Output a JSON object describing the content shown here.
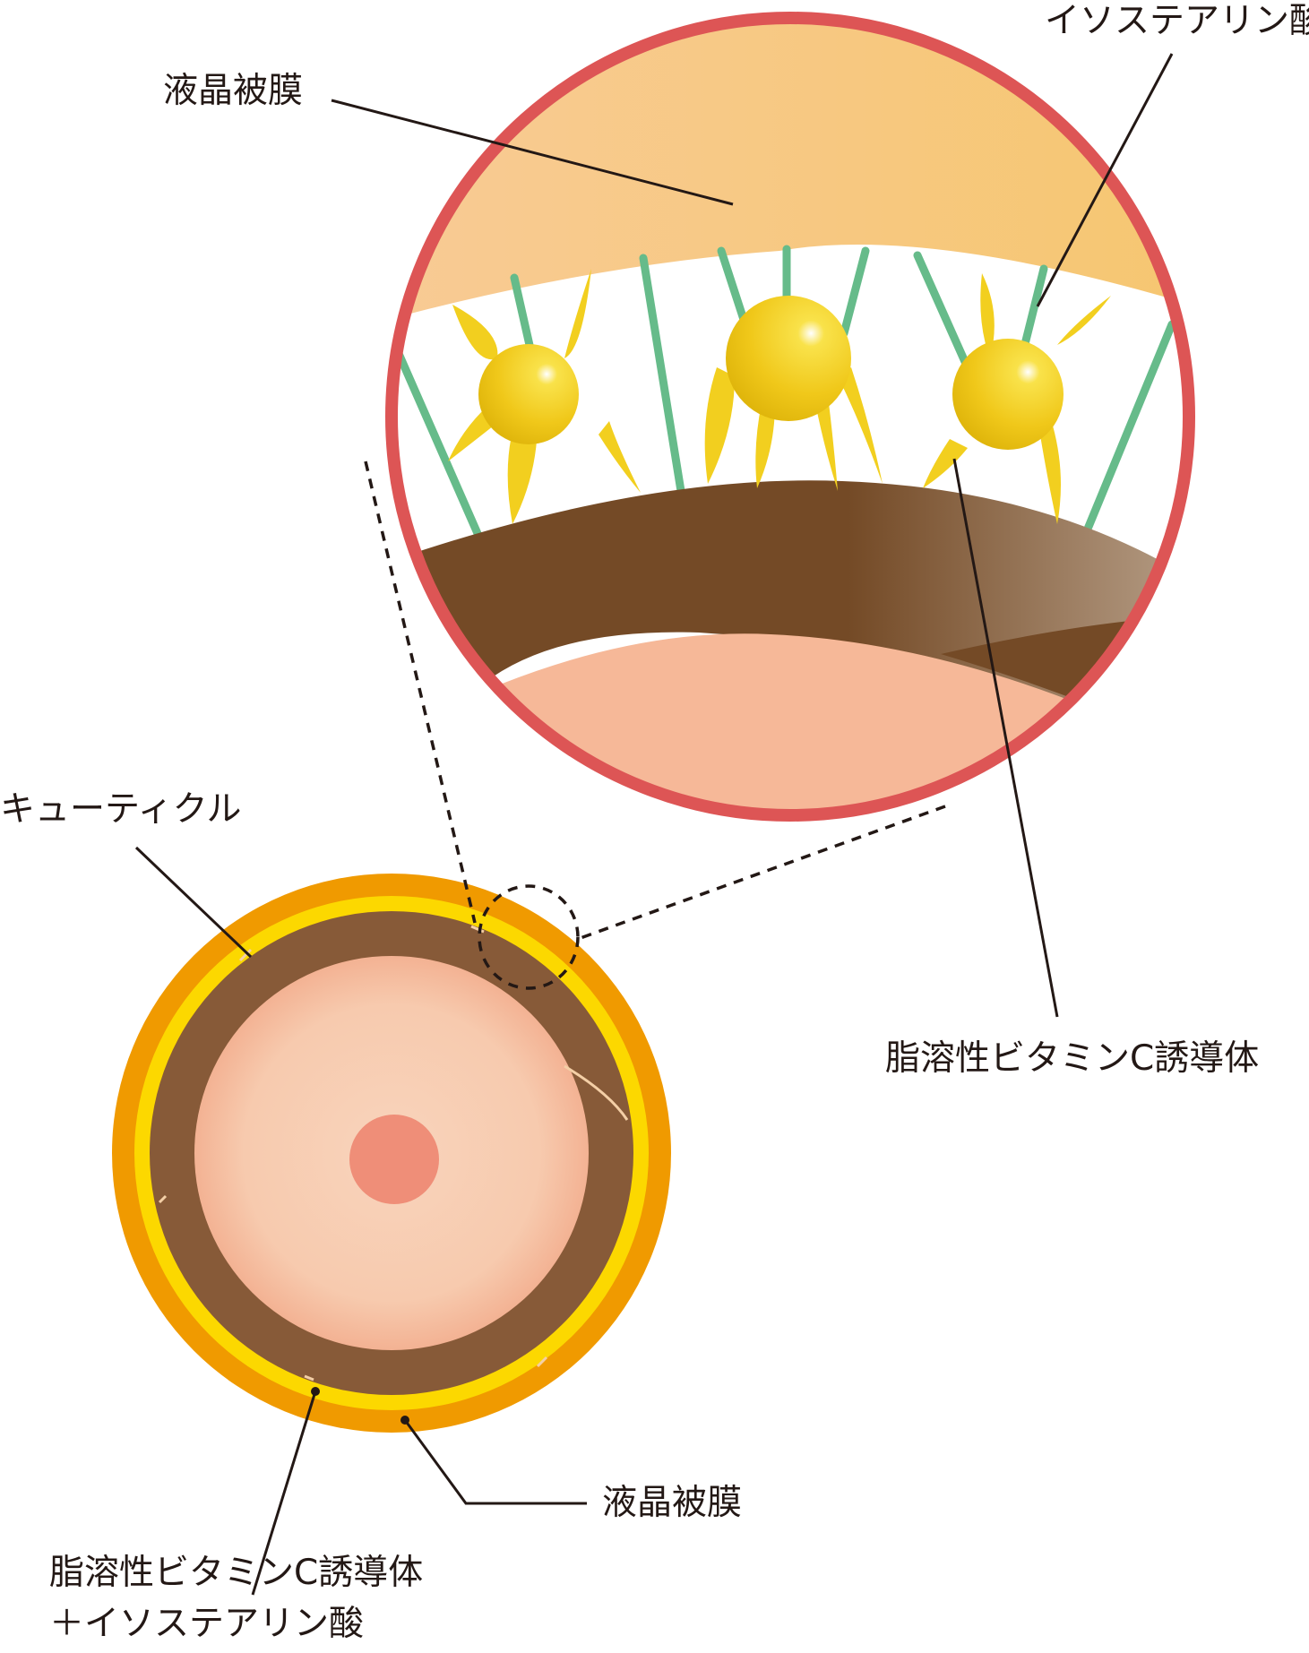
{
  "labels": {
    "zoom_liquid_crystal": "液晶被膜",
    "zoom_isostearic": "イソステアリン酸",
    "zoom_vitamin_c": "脂溶性ビタミンC誘導体",
    "cuticle": "キューティクル",
    "bottom_liquid_crystal": "液晶被膜",
    "bottom_combo_line1": "脂溶性ビタミンC誘導体",
    "bottom_combo_line2": "＋イソステアリン酸"
  },
  "colors": {
    "zoom_ring": "#dd5555",
    "liquid_crystal_film": "#f7c98e",
    "green_chain": "#66bb8a",
    "yellow_molecule": "#f2cf1f",
    "brown_layer": "#744a26",
    "skin_pink": "#f6b898",
    "outer_orange": "#f09a00",
    "inner_yellow": "#fcd800",
    "hair_brown": "#875a38",
    "cortex_core": "#f7cfb4",
    "medulla": "#ef8e78"
  }
}
